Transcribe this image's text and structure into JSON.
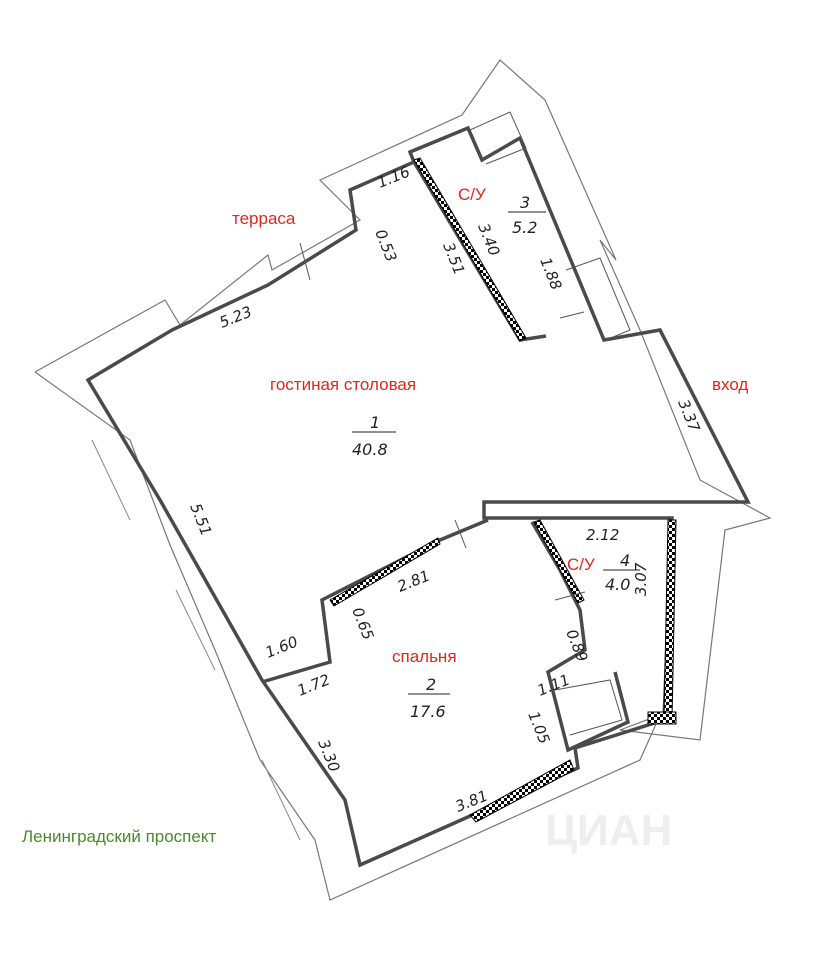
{
  "labels": {
    "terrace": "терраса",
    "living": "гостиная столовая",
    "bath1": "С/У",
    "bath2": "С/У",
    "entrance": "вход",
    "bedroom": "спальня",
    "street": "Ленинградский проспект",
    "watermark": "ЦИАН"
  },
  "rooms": {
    "r1": {
      "number": "1",
      "area": "40.8"
    },
    "r2": {
      "number": "2",
      "area": "17.6"
    },
    "r3": {
      "number": "3",
      "area": "5.2"
    },
    "r4": {
      "number": "4",
      "area": "4.0"
    }
  },
  "dims": {
    "d_116": "1.16",
    "d_053": "0.53",
    "d_340": "3.40",
    "d_351": "3.51",
    "d_188": "1.88",
    "d_523": "5.23",
    "d_337": "3.37",
    "d_551": "5.51",
    "d_212": "2.12",
    "d_307": "3.07",
    "d_281": "2.81",
    "d_065": "0.65",
    "d_160": "1.60",
    "d_172": "1.72",
    "d_089": "0.89",
    "d_111": "1.11",
    "d_105": "1.05",
    "d_330": "3.30",
    "d_381": "3.81"
  },
  "colors": {
    "label_red": "#e0281a",
    "street_green": "#4a8a2c",
    "wall": "#4a4a4a"
  }
}
